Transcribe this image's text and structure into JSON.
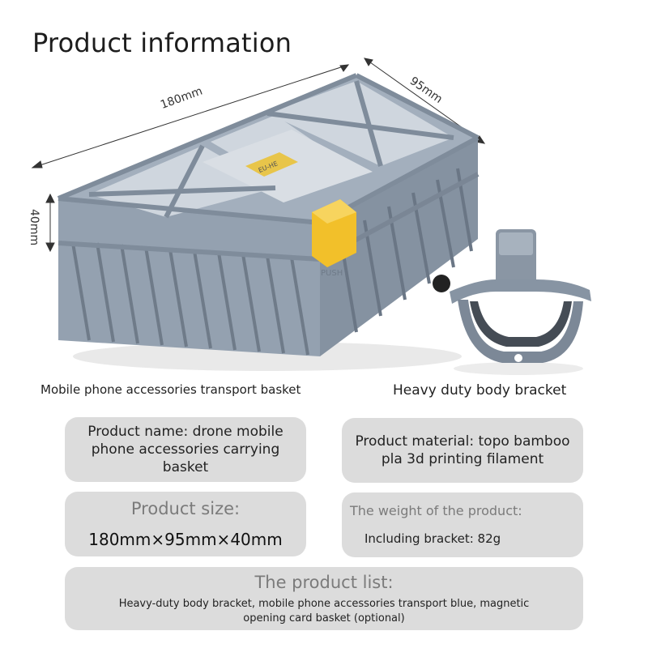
{
  "page": {
    "title": "Product information"
  },
  "dimensions": {
    "length": "180mm",
    "width": "95mm",
    "height": "40mm"
  },
  "images": {
    "basket_logo_text": "EU-HE",
    "basket_side_text": "PUSH",
    "basket_caption": "Mobile phone accessories transport basket",
    "bracket_caption": "Heavy duty body bracket"
  },
  "cards": {
    "name": {
      "text": "Product name: drone mobile phone accessories carrying basket"
    },
    "material": {
      "text": "Product material: topo bamboo pla 3d printing filament"
    },
    "size": {
      "label": "Product size:",
      "value": "180mm×95mm×40mm"
    },
    "weight": {
      "label": "The weight of the product:",
      "value": "Including bracket: 82g"
    },
    "list": {
      "label": "The product list:",
      "value": "Heavy-duty body bracket, mobile phone accessories transport blue, magnetic opening card basket (optional)"
    }
  },
  "colors": {
    "basket": "#8a97a6",
    "basket_dark": "#6f7b89",
    "clip": "#f2c02a",
    "card_bg": "#dcdcdc"
  }
}
